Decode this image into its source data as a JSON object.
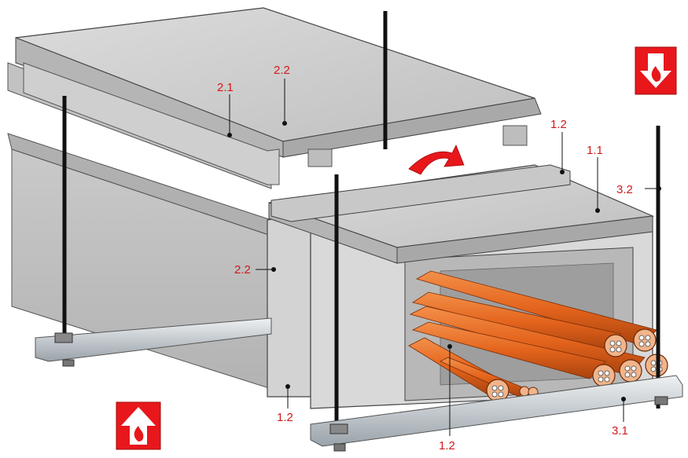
{
  "callouts": {
    "c21": "2.1",
    "c22_top": "2.2",
    "c12_top": "1.2",
    "c11": "1.1",
    "c32": "3.2",
    "c22_left": "2.2",
    "c12_bottom_left": "1.2",
    "c12_bottom_mid": "1.2",
    "c31": "3.1"
  },
  "icons": {
    "fire_above": "fire-down-arrow-icon",
    "fire_below": "fire-up-arrow-icon",
    "airflow": "curved-up-arrow-icon",
    "accent_color": "#e8171b",
    "pipe_color": "#e4641c"
  }
}
